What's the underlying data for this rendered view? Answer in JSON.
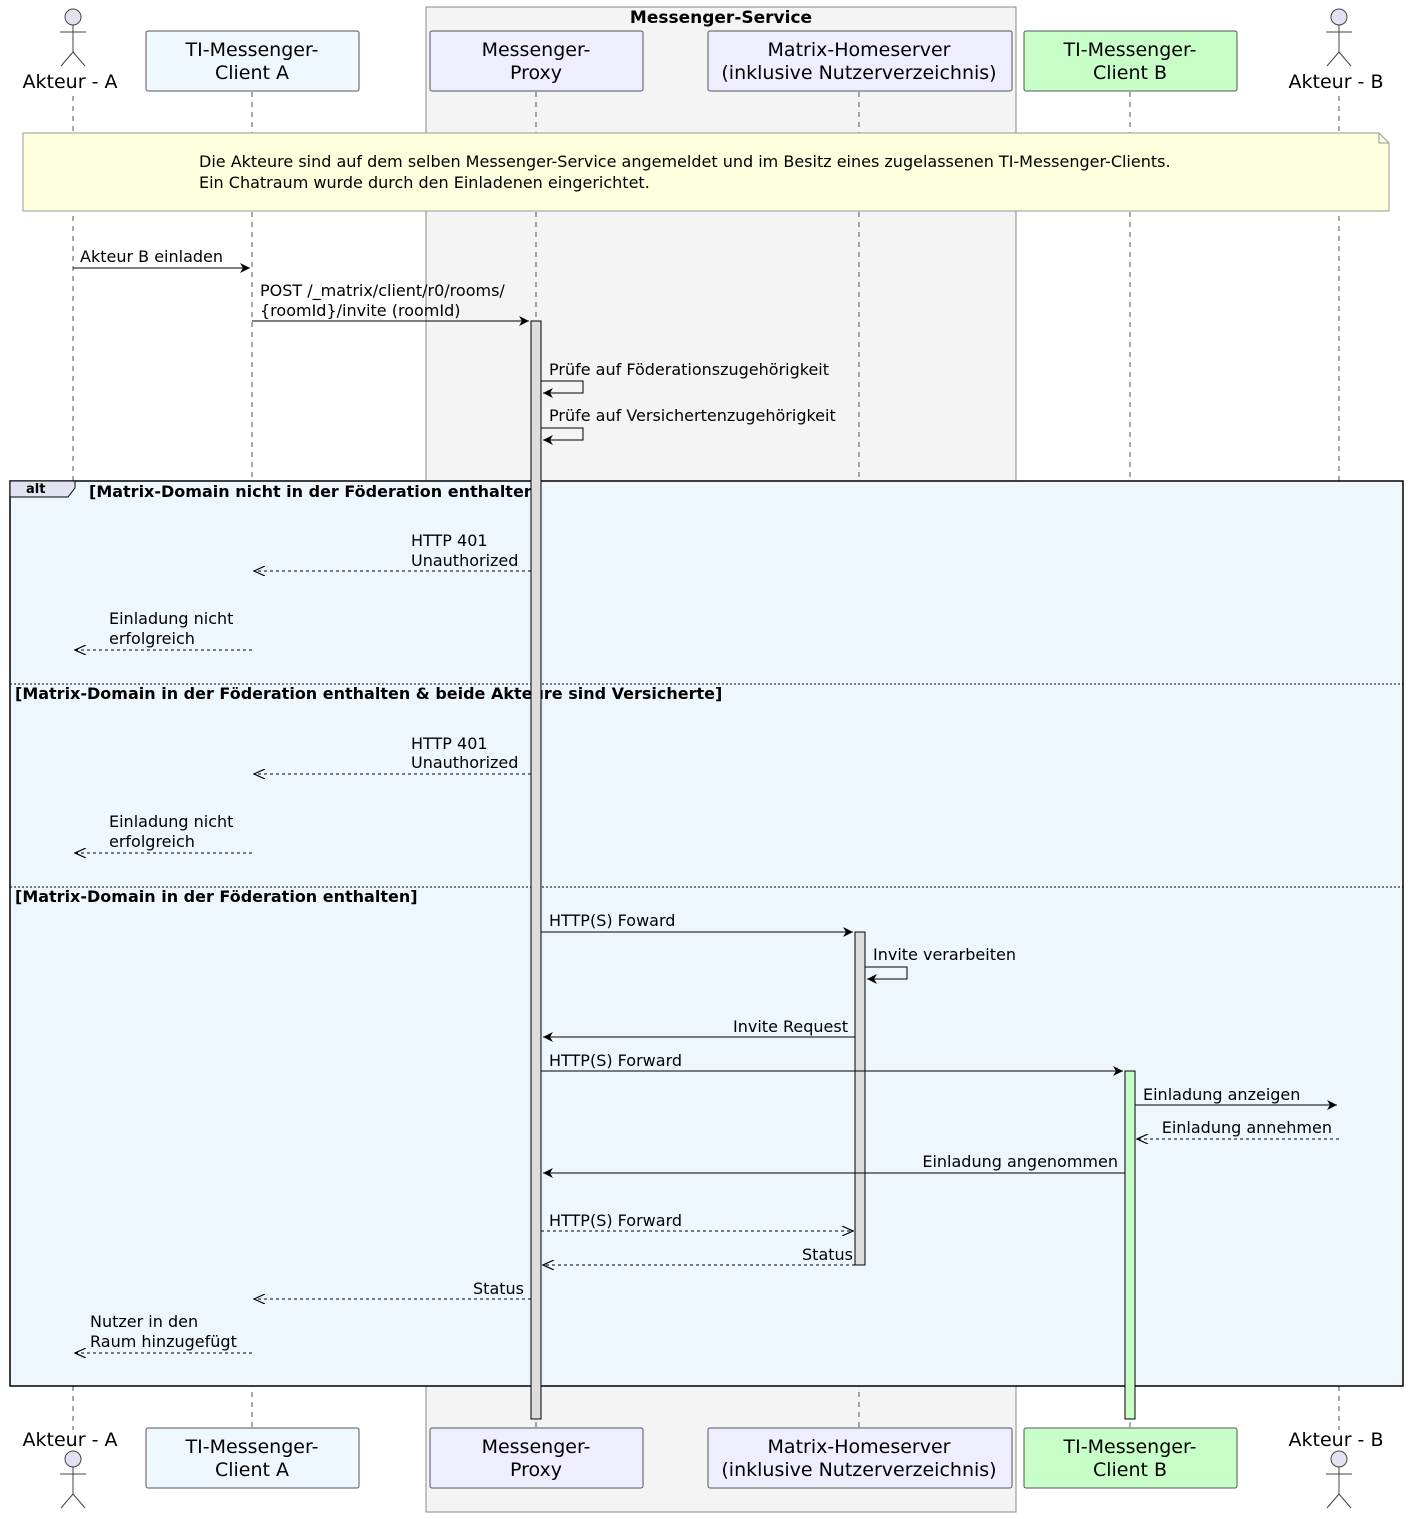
{
  "diagram": {
    "group_title": "Messenger-Service",
    "participants": {
      "akteur_a": {
        "label": "Akteur - A"
      },
      "client_a": {
        "line1": "TI-Messenger-",
        "line2": "Client A"
      },
      "proxy": {
        "line1": "Messenger-",
        "line2": "Proxy"
      },
      "homeserver": {
        "line1": "Matrix-Homeserver",
        "line2": "(inklusive Nutzerverzeichnis)"
      },
      "client_b": {
        "line1": "TI-Messenger-",
        "line2": "Client B"
      },
      "akteur_b": {
        "label": "Akteur - B"
      }
    },
    "note": {
      "line1": "Die Akteure sind auf dem selben Messenger-Service angemeldet und im Besitz eines zugelassenen TI-Messenger-Clients.",
      "line2": "Ein Chatraum wurde durch den Einladenen eingerichtet."
    },
    "messages": {
      "m1": "Akteur B einladen",
      "m2_line1": "POST /_matrix/client/r0/rooms/",
      "m2_line2": "{roomId}/invite (roomId)",
      "m3": "Prüfe auf Föderationszugehörigkeit",
      "m4": "Prüfe auf Versichertenzugehörigkeit",
      "alt1_resp_line1": "HTTP 401",
      "alt1_resp_line2": "Unauthorized",
      "alt1_fail_line1": "Einladung nicht",
      "alt1_fail_line2": "erfolgreich",
      "alt2_resp_line1": "HTTP 401",
      "alt2_resp_line2": "Unauthorized",
      "alt2_fail_line1": "Einladung nicht",
      "alt2_fail_line2": "erfolgreich",
      "fwd1": "HTTP(S) Foward",
      "invite_process": "Invite verarbeiten",
      "invite_request": "Invite Request",
      "fwd2": "HTTP(S) Forward",
      "show_invite": "Einladung anzeigen",
      "accept_invite": "Einladung annehmen",
      "accepted": "Einladung angenommen",
      "fwd3": "HTTP(S) Forward",
      "status1": "Status",
      "status2": "Status",
      "added_line1": "Nutzer in den",
      "added_line2": "Raum hinzugefügt"
    },
    "alt": {
      "keyword": "alt",
      "cond1": "[Matrix-Domain nicht in der Föderation enthalten]",
      "cond2": "[Matrix-Domain in der Föderation enthalten & beide Akteure sind Versicherte]",
      "cond3": "[Matrix-Domain in der Föderation enthalten]"
    },
    "colors": {
      "client_a_fill": "#F0F8FF",
      "service_fill": "#EEEEFF",
      "client_b_fill": "#C8FFC8",
      "group_fill": "#F4F4F4",
      "note_fill": "#FEFFDD",
      "alt_fill": "#EFF7FE",
      "activation_proxy": "#DDDDDD",
      "activation_client_b": "#C8FFC8"
    }
  }
}
